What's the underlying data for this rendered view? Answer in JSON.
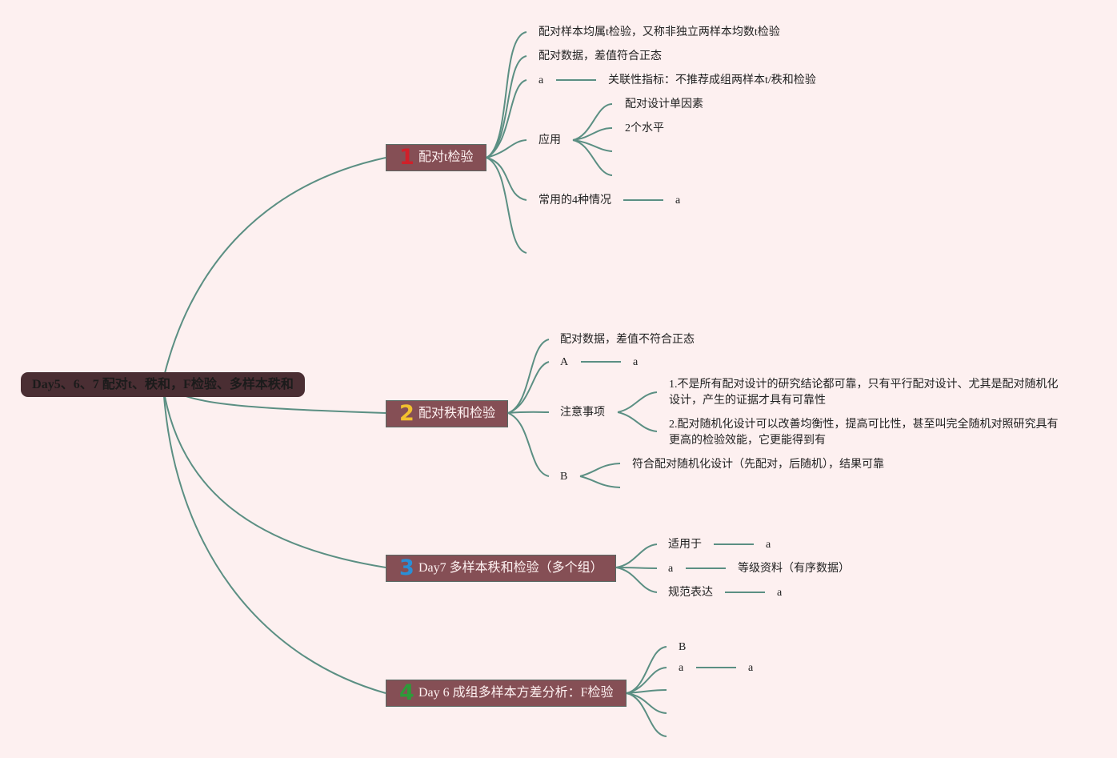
{
  "root": {
    "title": "Day5、6、7 配对t、秩和，F检验、多样本秩和"
  },
  "branch1": {
    "number": "1",
    "number_color": "#d0202a",
    "title": "配对t检验",
    "items": {
      "i1": "配对样本均属t检验，又称非独立两样本均数t检验",
      "i2": "配对数据，差值符合正态",
      "i3": "a",
      "i3_child": "关联性指标：不推荐成组两样本t/秩和检验",
      "i4": "应用",
      "i4_c1": "配对设计单因素",
      "i4_c2": "2个水平",
      "i5": "常用的4种情况",
      "i5_child": "a"
    }
  },
  "branch2": {
    "number": "2",
    "number_color": "#f2c12e",
    "title": "配对秩和检验",
    "items": {
      "i1": "配对数据，差值不符合正态",
      "i2": "A",
      "i2_child": "a",
      "i3": "注意事项",
      "i3_c1": "1.不是所有配对设计的研究结论都可靠，只有平行配对设计、尤其是配对随机化设计，产生的证据才具有可靠性",
      "i3_c2": "2.配对随机化设计可以改善均衡性，提高可比性，甚至叫完全随机对照研究具有更高的检验效能，它更能得到有",
      "i4": "B",
      "i4_c1": "符合配对随机化设计（先配对，后随机），结果可靠"
    }
  },
  "branch3": {
    "number": "3",
    "number_color": "#2a8fd6",
    "title": "Day7 多样本秩和检验（多个组）",
    "items": {
      "i1": "适用于",
      "i1_child": "a",
      "i2": "a",
      "i2_child": "等级资料（有序数据）",
      "i3": "规范表达",
      "i3_child": "a"
    }
  },
  "branch4": {
    "number": "4",
    "number_color": "#2e9a3a",
    "title": "Day 6 成组多样本方差分析：F检验",
    "items": {
      "i1": "B",
      "i2": "a",
      "i2_child": "a"
    }
  },
  "colors": {
    "background": "#fdf0f0",
    "branch_fill": "#854f55",
    "root_fill": "#4a2e33",
    "link": "#5b8f83"
  }
}
